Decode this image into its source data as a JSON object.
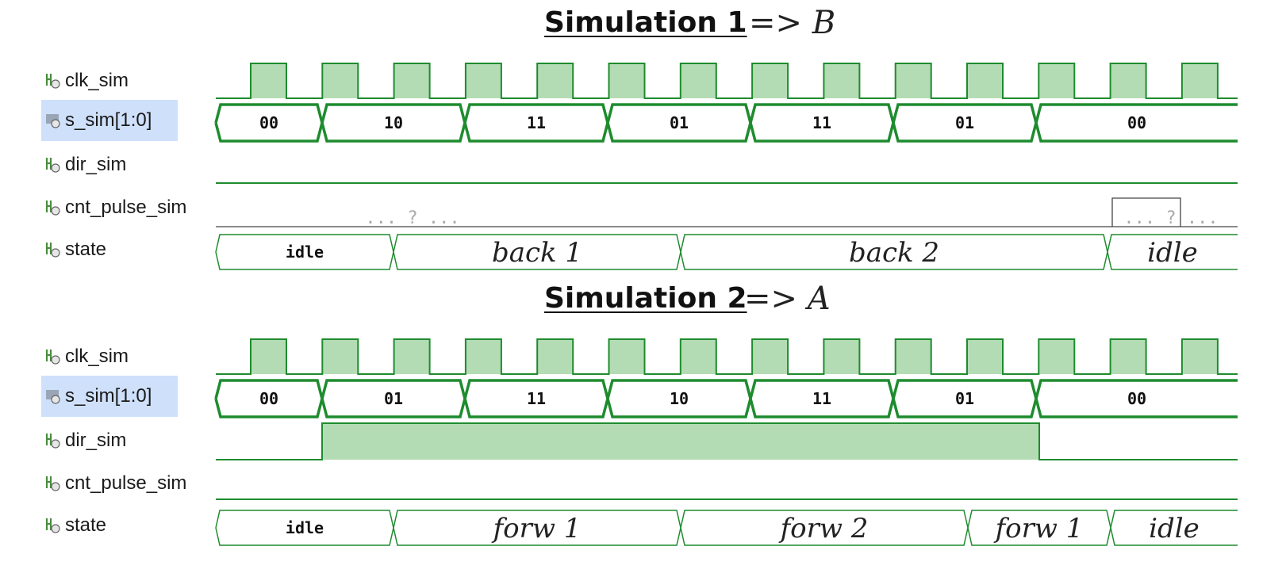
{
  "simulations": [
    {
      "title": "Simulation 1",
      "note": "=> B",
      "signals": [
        {
          "name": "clk_sim",
          "type": "scalar",
          "selected": false
        },
        {
          "name": "s_sim[1:0]",
          "type": "bus",
          "selected": true
        },
        {
          "name": "dir_sim",
          "type": "scalar",
          "selected": false
        },
        {
          "name": "cnt_pulse_sim",
          "type": "scalar",
          "selected": false
        },
        {
          "name": "state",
          "type": "scalar",
          "selected": false
        }
      ],
      "s_values": [
        "00",
        "10",
        "11",
        "01",
        "11",
        "01",
        "00"
      ],
      "dir_level": "low",
      "dir_high_span_clocks": [],
      "cnt_pulse_high_clock": 12,
      "cnt_pulse_note": "... ? ...",
      "state_values": [
        {
          "label": "idle",
          "printed": true
        },
        {
          "label": "back 1",
          "printed": false
        },
        {
          "label": "back 2",
          "printed": false
        },
        {
          "label": "idle",
          "printed": false
        }
      ]
    },
    {
      "title": "Simulation 2",
      "note": "=> A",
      "signals": [
        {
          "name": "clk_sim",
          "type": "scalar",
          "selected": false
        },
        {
          "name": "s_sim[1:0]",
          "type": "bus",
          "selected": true
        },
        {
          "name": "dir_sim",
          "type": "scalar",
          "selected": false
        },
        {
          "name": "cnt_pulse_sim",
          "type": "scalar",
          "selected": false
        },
        {
          "name": "state",
          "type": "scalar",
          "selected": false
        }
      ],
      "s_values": [
        "00",
        "01",
        "11",
        "10",
        "11",
        "01",
        "00"
      ],
      "dir_level": "high",
      "dir_high_span_clocks": [
        1,
        11
      ],
      "cnt_pulse_high_clock": null,
      "cnt_pulse_note": "",
      "state_values": [
        {
          "label": "idle",
          "printed": true
        },
        {
          "label": "forw 1",
          "printed": false
        },
        {
          "label": "forw 2",
          "printed": false
        },
        {
          "label": "forw 1",
          "printed": false
        },
        {
          "label": "idle",
          "printed": false
        }
      ]
    }
  ],
  "colors": {
    "wave": "#1e8c2e",
    "wave_fill": "#b4dcb4",
    "selected_bg": "#cfe0fb",
    "icon": "#4a8c3f"
  },
  "icons": {
    "scalar": "waveform-scalar-icon",
    "bus": "waveform-bus-icon"
  }
}
